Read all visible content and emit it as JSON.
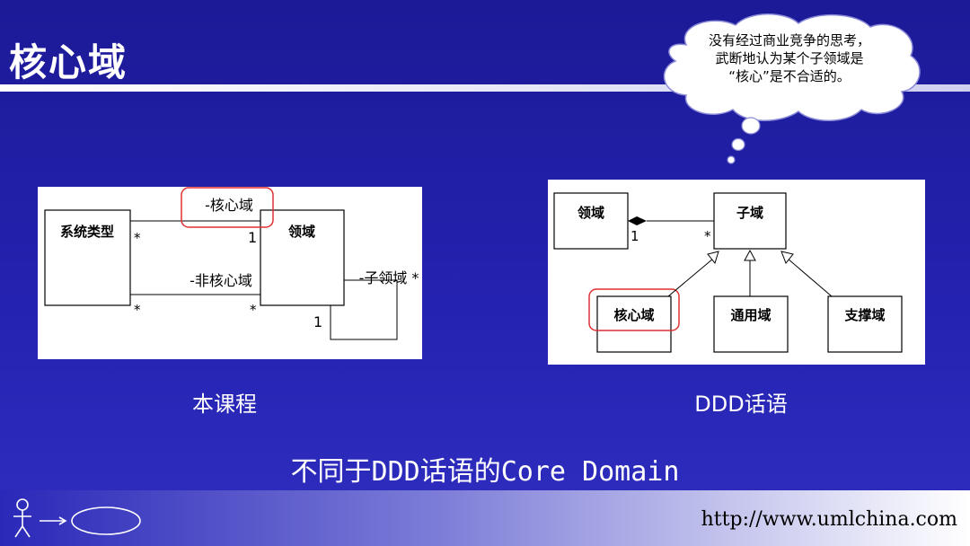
{
  "slide": {
    "title": "核心域",
    "thought_lines": [
      "没有经过商业竞争的思考，",
      "武断地认为某个子领域是",
      "“核心”是不合适的。"
    ],
    "left_caption": "本课程",
    "right_caption": "DDD话语",
    "subtitle": "不同于DDD话语的Core Domain",
    "footer_url": "http://www.umlchina.com"
  },
  "left_diagram": {
    "class_system_type": "系统类型",
    "class_domain": "领域",
    "assoc_core_label": "-核心域",
    "assoc_noncore_label": "-非核心域",
    "self_assoc_label": "-子领域 *",
    "mult_star": "*",
    "mult_one": "1"
  },
  "right_diagram": {
    "class_domain": "领域",
    "class_subdomain": "子域",
    "class_core": "核心域",
    "class_generic": "通用域",
    "class_support": "支撑域",
    "mult_one": "1",
    "mult_star": "*"
  },
  "colors": {
    "background": "#2422b0",
    "highlight": "#e03030"
  }
}
